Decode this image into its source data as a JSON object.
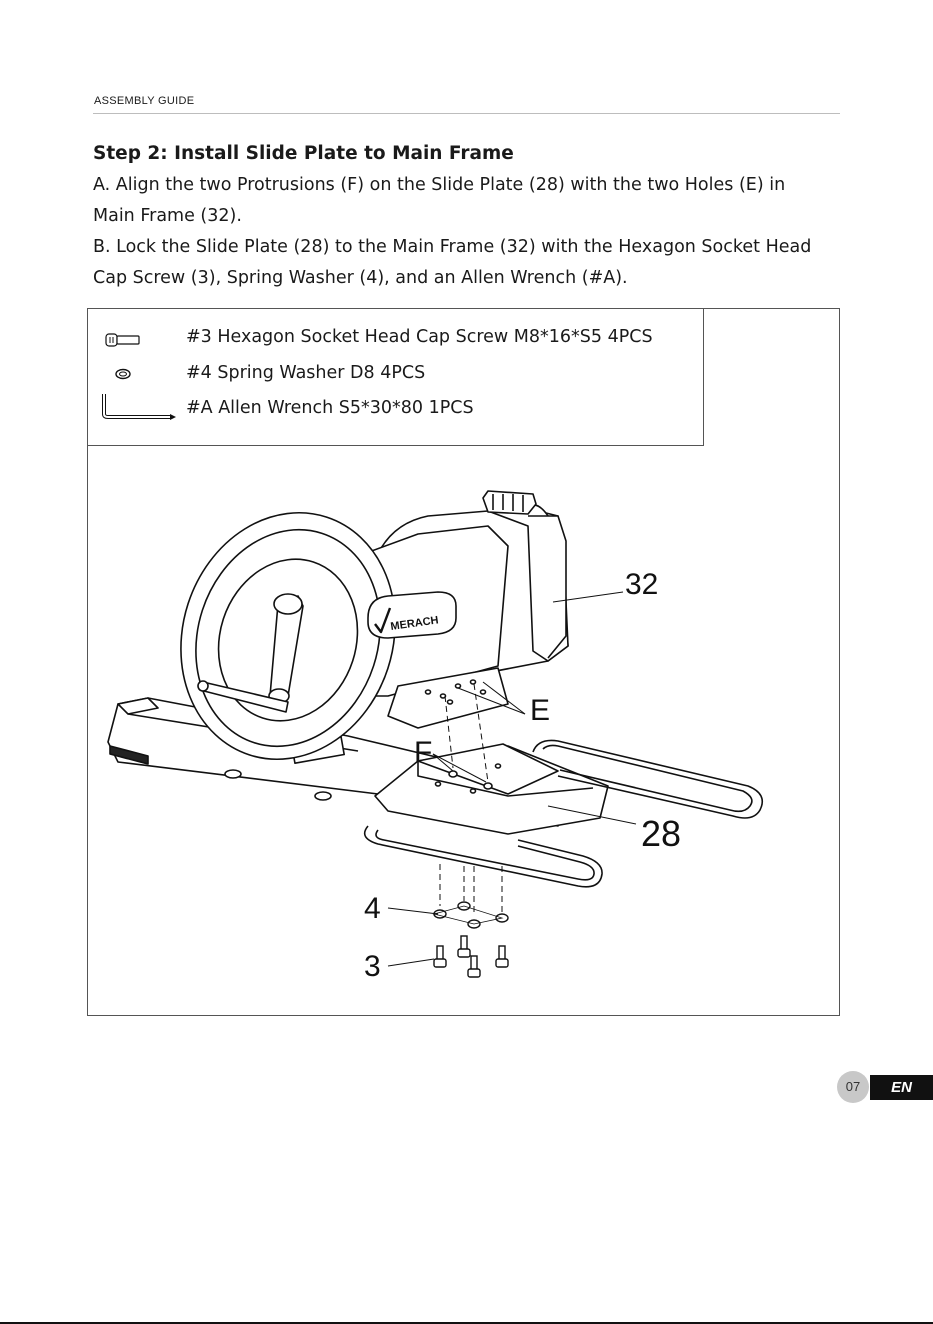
{
  "header": {
    "section_label": "ASSEMBLY GUIDE"
  },
  "step": {
    "title": "Step 2:  Install Slide Plate to Main Frame",
    "lines": [
      "A. Align the two Protrusions (F) on the Slide Plate (28) with the two Holes (E) in",
      "Main Frame (32).",
      "B. Lock the Slide Plate (28) to the Main Frame (32) with the Hexagon Socket Head",
      "Cap Screw (3), Spring Washer (4), and an Allen Wrench (#A)."
    ]
  },
  "parts": [
    {
      "icon": "cap-screw-icon",
      "label": "#3 Hexagon Socket Head Cap Screw M8*16*S5 4PCS"
    },
    {
      "icon": "spring-washer-icon",
      "label": "#4 Spring Washer D8 4PCS"
    },
    {
      "icon": "allen-wrench-icon",
      "label": "#A Allen Wrench S5*30*80 1PCS"
    }
  ],
  "diagram": {
    "brand": "MERACH",
    "callouts": {
      "main_frame": "32",
      "holes": "E",
      "protrusions": "F",
      "slide_plate": "28",
      "washer": "4",
      "screw": "3"
    }
  },
  "footer": {
    "page_number": "07",
    "language": "EN"
  }
}
